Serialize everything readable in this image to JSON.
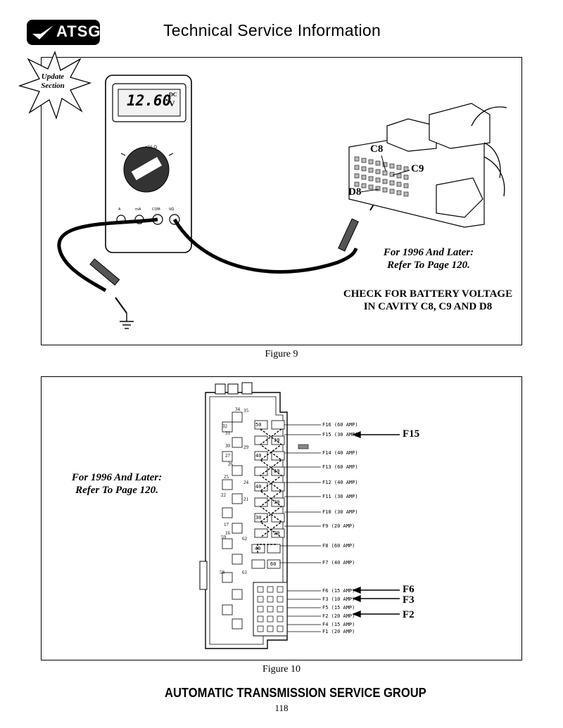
{
  "header": {
    "logo_text": "ATSG",
    "title": "Technical Service Information"
  },
  "badge": {
    "line1": "Update",
    "line2": "Section"
  },
  "figure9": {
    "meter_display": "12.60",
    "meter_unit_dc": "DC",
    "meter_unit_v": "V",
    "connector_labels": {
      "c8": "C8",
      "c9": "C9",
      "d8": "D8"
    },
    "note_line1": "For 1996 And Later:",
    "note_line2": "Refer To Page 120.",
    "instruction_line1": "CHECK FOR BATTERY VOLTAGE",
    "instruction_line2": "IN CAVITY C8, C9 AND D8",
    "caption": "Figure 9"
  },
  "figure10": {
    "note_line1": "For 1996 And Later:",
    "note_line2": "Refer To Page 120.",
    "fuse_labels": [
      "F16 (60 AMP)",
      "F15 (30 AMP)",
      "F14 (40 AMP)",
      "F13 (60 AMP)",
      "F12 (40 AMP)",
      "F11 (30 AMP)",
      "F10 (30 AMP)",
      "F9 (20 AMP)",
      "F8 (60 AMP)",
      "F7 (40 AMP)",
      "F6 (15 AMP)",
      "F3 (10 AMP)",
      "F5 (15 AMP)",
      "F2 (20 AMP)",
      "F4 (15 AMP)",
      "F1 (20 AMP)"
    ],
    "fuse_values": [
      "50",
      "30",
      "40",
      "60",
      "40",
      "30",
      "30",
      "20",
      "40",
      "60"
    ],
    "callouts": {
      "f15": "F15",
      "f6": "F6",
      "f3": "F3",
      "f2": "F2"
    },
    "caption": "Figure 10"
  },
  "footer": {
    "title": "AUTOMATIC TRANSMISSION SERVICE GROUP",
    "page_number": "118"
  }
}
